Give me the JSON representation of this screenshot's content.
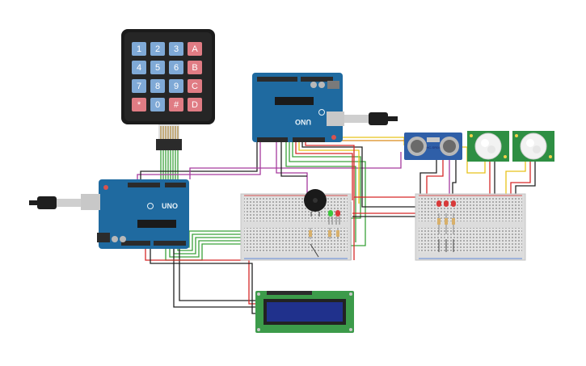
{
  "keypad": {
    "rows": [
      [
        "1",
        "2",
        "3",
        "A"
      ],
      [
        "4",
        "5",
        "6",
        "B"
      ],
      [
        "7",
        "8",
        "9",
        "C"
      ],
      [
        "*",
        "0",
        "#",
        "D"
      ]
    ],
    "number_color": "#7fa9d6",
    "letter_color": "#e07c84"
  },
  "arduino_left": {
    "model": "UNO"
  },
  "arduino_top": {
    "model": "UNO"
  },
  "ultrasonic": {
    "label": "HC-SR04"
  },
  "colors": {
    "board": "#1f6aa0",
    "breadboard": "#dcdcdc",
    "lcd_pcb": "#3c9b4a",
    "lcd_screen": "#20318c",
    "pir": "#2e8f43",
    "wire_red": "#d62828",
    "wire_black": "#222222",
    "wire_green": "#3aa23a",
    "wire_purple": "#a63a9e",
    "wire_yellow": "#e8c21a",
    "wire_orange": "#d98a1a"
  }
}
